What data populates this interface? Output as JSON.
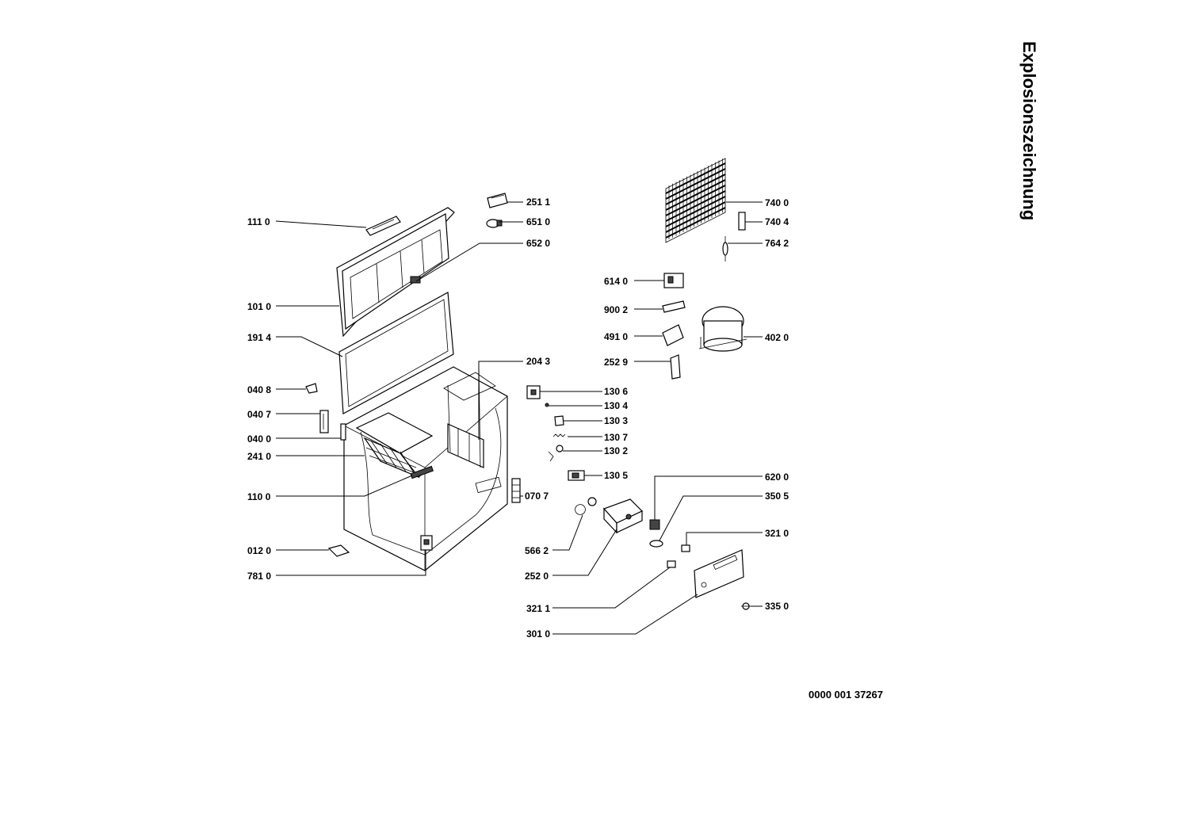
{
  "title": "Explosionszeichnung",
  "document_number": "0000 001 37267",
  "callouts": {
    "c1110": "111 0",
    "c1010": "101 0",
    "c1914": "191 4",
    "c0408": "040 8",
    "c0407": "040 7",
    "c0400": "040 0",
    "c2410": "241 0",
    "c1100": "110 0",
    "c0120": "012 0",
    "c7810": "781 0",
    "c2511": "251 1",
    "c6510": "651 0",
    "c6520": "652 0",
    "c2043": "204 3",
    "c1306": "130 6",
    "c1304": "130 4",
    "c1303": "130 3",
    "c1307": "130 7",
    "c1302": "130 2",
    "c1305": "130 5",
    "c0707": "070 7",
    "c5662": "566 2",
    "c2520": "252 0",
    "c3211": "321 1",
    "c3010": "301 0",
    "c7400": "740 0",
    "c7404": "740 4",
    "c7642": "764 2",
    "c6140": "614 0",
    "c9002": "900 2",
    "c4910": "491 0",
    "c4020": "402 0",
    "c2529": "252 9",
    "c6200": "620 0",
    "c3505": "350 5",
    "c3210": "321 0",
    "c3350": "335 0"
  }
}
